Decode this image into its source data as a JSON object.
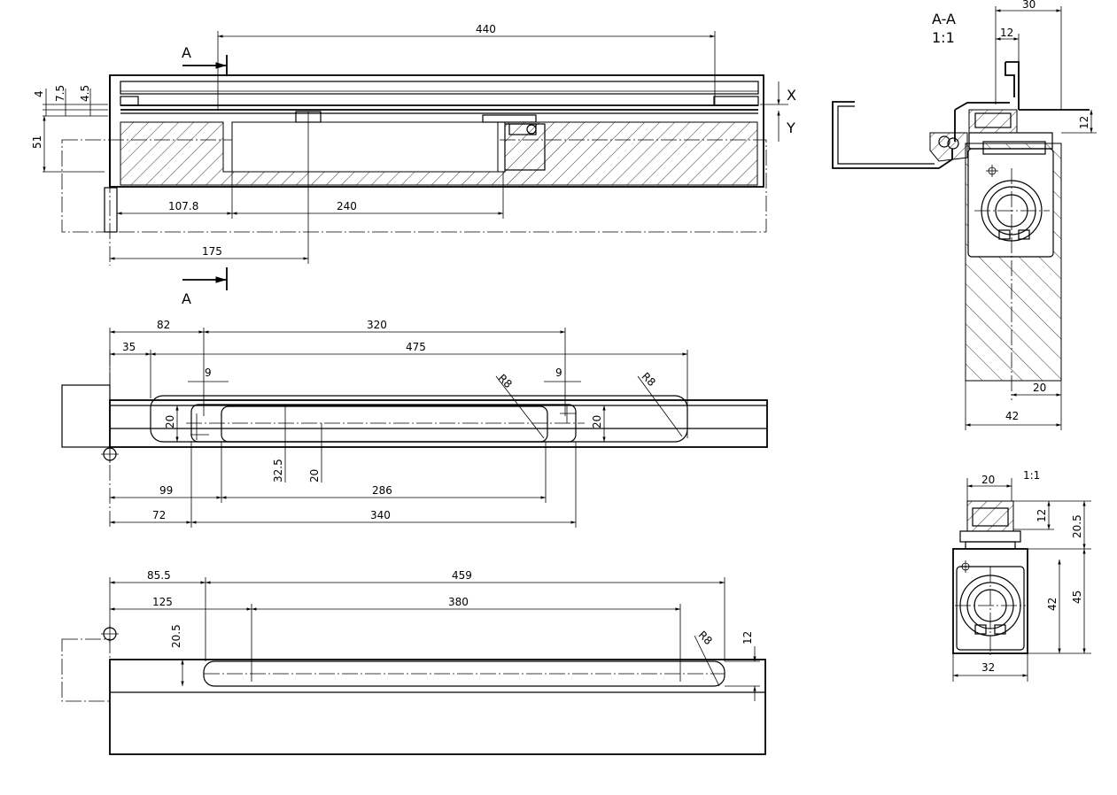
{
  "section": {
    "name": "A-A",
    "scale": "1:1"
  },
  "detail_scale": "1:1",
  "markers": {
    "cut": "A",
    "x": "X",
    "y": "Y"
  },
  "top_view": {
    "d440": "440",
    "d4": "4",
    "d7_5": "7.5",
    "d4_5": "4.5",
    "d51": "51",
    "d107_8": "107.8",
    "d240": "240",
    "d175": "175"
  },
  "middle_view": {
    "d82": "82",
    "d320": "320",
    "d35": "35",
    "d475": "475",
    "d9a": "9",
    "d9b": "9",
    "r8a": "R8",
    "r8b": "R8",
    "d20a": "20",
    "d20b": "20",
    "d32_5": "32.5",
    "d20c": "20",
    "d99": "99",
    "d286": "286",
    "d72": "72",
    "d340": "340"
  },
  "bottom_view": {
    "d85_5": "85.5",
    "d459": "459",
    "d125": "125",
    "d380": "380",
    "d20_5": "20.5",
    "r8": "R8",
    "d12": "12"
  },
  "section_view": {
    "d30": "30",
    "d12a": "12",
    "d12b": "12",
    "d20": "20",
    "d42": "42"
  },
  "detail_view": {
    "d20": "20",
    "d12": "12",
    "d20_5": "20.5",
    "d42": "42",
    "d45": "45",
    "d32": "32"
  }
}
